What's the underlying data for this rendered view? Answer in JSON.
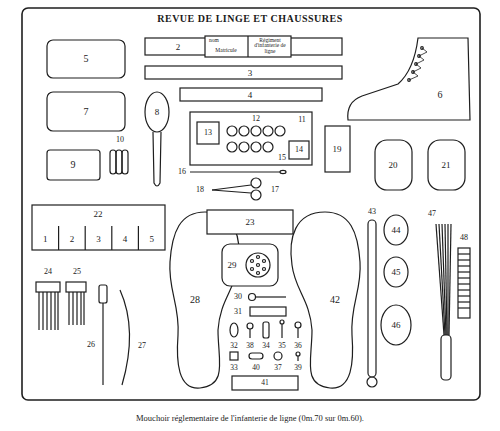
{
  "diagram": {
    "title": "REVUE DE LINGE ET CHAUSSURES",
    "caption": "Mouchoir réglementaire de l'infanterie de ligne (0m.70 sur 0m.60).",
    "labels": [
      "2",
      "nom",
      "Matricule",
      "Régiment d'infanterie de ligne",
      "5",
      "6",
      "3",
      "4",
      "7",
      "8",
      "10",
      "11",
      "12",
      "13",
      "14",
      "9",
      "16",
      "15",
      "19",
      "20",
      "21",
      "18",
      "17",
      "22",
      "23",
      "43",
      "47",
      "44",
      "48",
      "1",
      "2",
      "3",
      "4",
      "5",
      "29",
      "45",
      "24",
      "25",
      "28",
      "42",
      "30",
      "31",
      "46",
      "26",
      "27",
      "32",
      "38",
      "34",
      "35",
      "36",
      "33",
      "40",
      "37",
      "39",
      "41"
    ]
  }
}
